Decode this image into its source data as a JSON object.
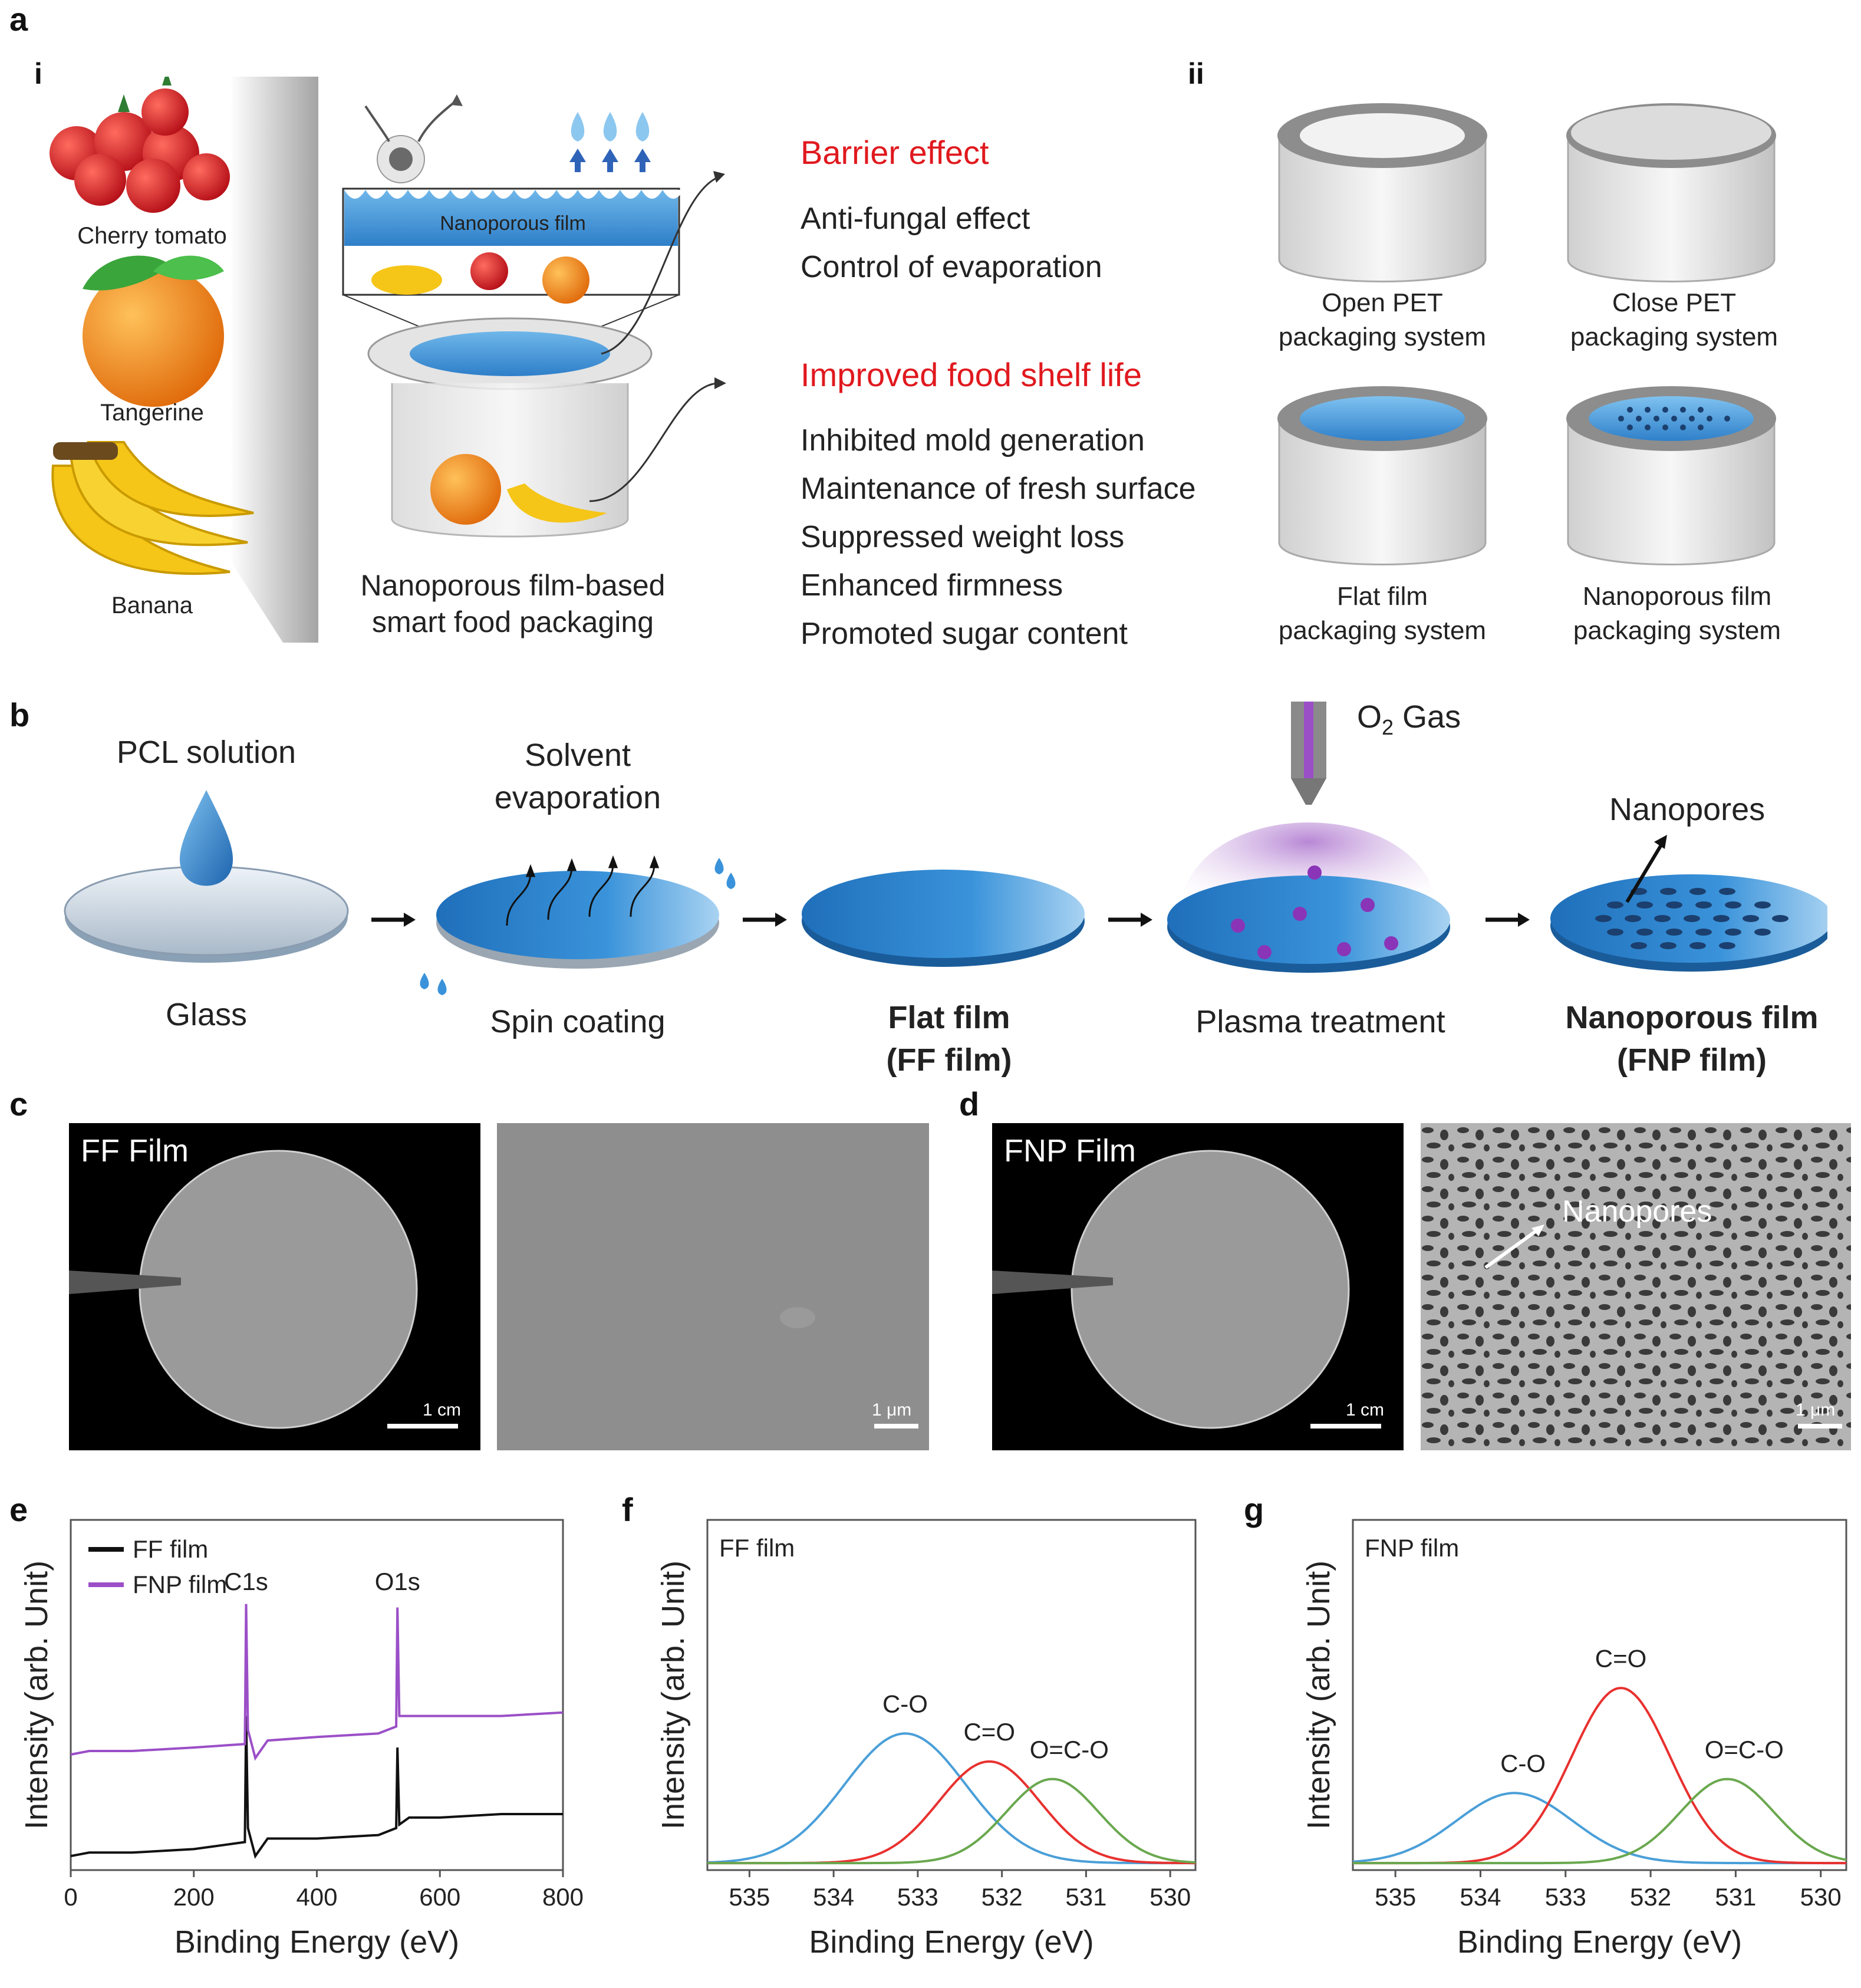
{
  "panel_a": {
    "label": "a",
    "sub_i": "i",
    "sub_ii": "ii",
    "fruits": [
      "Cherry tomato",
      "Tangerine",
      "Banana"
    ],
    "inset_label": "Nanoporous film",
    "packaging_caption_1": "Nanoporous film-based",
    "packaging_caption_2": "smart food packaging",
    "barrier_title": "Barrier effect",
    "barrier_items": [
      "Anti-fungal effect",
      "Control of evaporation"
    ],
    "shelf_title": "Improved food shelf life",
    "shelf_items": [
      "Inhibited mold generation",
      "Maintenance of fresh surface",
      "Suppressed weight loss",
      "Enhanced firmness",
      "Promoted sugar content"
    ],
    "systems": [
      {
        "line1": "Open PET",
        "line2": "packaging system"
      },
      {
        "line1": "Close PET",
        "line2": "packaging system"
      },
      {
        "line1": "Flat film",
        "line2": "packaging system"
      },
      {
        "line1": "Nanoporous film",
        "line2": "packaging system"
      }
    ],
    "colors": {
      "red_title": "#e0191e",
      "film_blue": "#3a8fd6",
      "tomato": "#d9222a",
      "tangerine": "#f28a1c",
      "banana": "#f5c518"
    }
  },
  "panel_b": {
    "label": "b",
    "pcl": "PCL solution",
    "solvent_1": "Solvent",
    "solvent_2": "evaporation",
    "o2_prefix": "O",
    "o2_sub": "2",
    "o2_suffix": " Gas",
    "nanopores": "Nanopores",
    "glass": "Glass",
    "spin": "Spin coating",
    "flat_1": "Flat film",
    "flat_2": "(FF film)",
    "plasma": "Plasma treatment",
    "np_1": "Nanoporous film",
    "np_2": "(FNP film)"
  },
  "panel_c": {
    "label": "c",
    "photo_title": "FF Film",
    "scale_photo": "1 cm",
    "scale_sem": "1 μm"
  },
  "panel_d": {
    "label": "d",
    "photo_title": "FNP Film",
    "scale_photo": "1 cm",
    "scale_sem": "1 μm",
    "annotation": "Nanopores"
  },
  "panel_e": {
    "label": "e"
  },
  "panel_f": {
    "label": "f"
  },
  "panel_g": {
    "label": "g"
  },
  "chart_data": [
    {
      "id": "e",
      "type": "line",
      "xlabel": "Binding Energy (eV)",
      "ylabel": "Intensity (arb. Unit)",
      "xlim": [
        0,
        800
      ],
      "xticks": [
        0,
        200,
        400,
        600,
        800
      ],
      "ylim": [
        0,
        1
      ],
      "series": [
        {
          "name": "FF film",
          "color": "#111111",
          "x": [
            0,
            30,
            100,
            200,
            283,
            285,
            288,
            300,
            320,
            400,
            500,
            529,
            531,
            534,
            550,
            600,
            700,
            800
          ],
          "y": [
            0.04,
            0.05,
            0.05,
            0.06,
            0.08,
            0.44,
            0.12,
            0.04,
            0.09,
            0.09,
            0.1,
            0.12,
            0.35,
            0.13,
            0.15,
            0.15,
            0.16,
            0.16
          ]
        },
        {
          "name": "FNP film",
          "color": "#9b4fc7",
          "x": [
            0,
            30,
            100,
            200,
            283,
            285,
            288,
            300,
            320,
            400,
            500,
            529,
            531,
            534,
            550,
            600,
            700,
            800
          ],
          "y": [
            0.33,
            0.34,
            0.34,
            0.35,
            0.36,
            0.76,
            0.4,
            0.32,
            0.37,
            0.38,
            0.39,
            0.41,
            0.75,
            0.44,
            0.44,
            0.44,
            0.44,
            0.45
          ]
        }
      ],
      "annotations": [
        {
          "text": "C1s",
          "x": 285,
          "y": 0.8
        },
        {
          "text": "O1s",
          "x": 531,
          "y": 0.8
        }
      ]
    },
    {
      "id": "f",
      "type": "line",
      "title": "FF film",
      "xlabel": "Binding Energy (eV)",
      "ylabel": "Intensity (arb. Unit)",
      "xlim": [
        535.5,
        529.7
      ],
      "xticks": [
        535,
        534,
        533,
        532,
        531,
        530
      ],
      "ylim": [
        0,
        1
      ],
      "series": [
        {
          "name": "C-O",
          "color": "#4a9fd8",
          "center": 533.15,
          "sigma": 0.72,
          "amp": 0.37
        },
        {
          "name": "C=O",
          "color": "#e8312f",
          "center": 532.15,
          "sigma": 0.6,
          "amp": 0.29
        },
        {
          "name": "O=C-O",
          "color": "#6aa84f",
          "center": 531.4,
          "sigma": 0.55,
          "amp": 0.24
        }
      ],
      "annotations": [
        {
          "text": "C-O",
          "x": 533.15,
          "y": 0.45
        },
        {
          "text": "C=O",
          "x": 532.15,
          "y": 0.37
        },
        {
          "text": "O=C-O",
          "x": 531.2,
          "y": 0.32
        }
      ]
    },
    {
      "id": "g",
      "type": "line",
      "title": "FNP film",
      "xlabel": "Binding Energy (eV)",
      "ylabel": "Intensity (arb. Unit)",
      "xlim": [
        535.5,
        529.7
      ],
      "xticks": [
        535,
        534,
        533,
        532,
        531,
        530
      ],
      "ylim": [
        0,
        1
      ],
      "series": [
        {
          "name": "C-O",
          "color": "#4a9fd8",
          "center": 533.6,
          "sigma": 0.68,
          "amp": 0.2
        },
        {
          "name": "C=O",
          "color": "#e8312f",
          "center": 532.35,
          "sigma": 0.58,
          "amp": 0.5
        },
        {
          "name": "O=C-O",
          "color": "#6aa84f",
          "center": 531.1,
          "sigma": 0.55,
          "amp": 0.24
        }
      ],
      "annotations": [
        {
          "text": "C-O",
          "x": 533.5,
          "y": 0.28
        },
        {
          "text": "C=O",
          "x": 532.35,
          "y": 0.58
        },
        {
          "text": "O=C-O",
          "x": 530.9,
          "y": 0.32
        }
      ]
    }
  ]
}
